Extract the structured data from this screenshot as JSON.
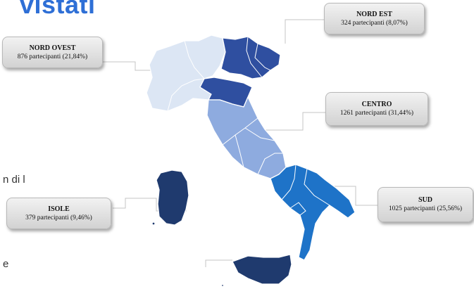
{
  "title": "vistati",
  "left_text_fragments": [
    "n di l",
    "e"
  ],
  "regions": [
    {
      "id": "nord-ovest",
      "name": "NORD OVEST",
      "participants": 876,
      "share_pct": 21.84,
      "count_text": "876 partecipanti (21,84%)",
      "color": "#dce6f4"
    },
    {
      "id": "nord-est",
      "name": "NORD EST",
      "participants": 324,
      "share_pct": 8.07,
      "count_text": "324 partecipanti (8,07%)",
      "color": "#2f4fa0"
    },
    {
      "id": "centro",
      "name": "CENTRO",
      "participants": 1261,
      "share_pct": 31.44,
      "count_text": "1261 partecipanti (31,44%)",
      "color": "#8eabdf"
    },
    {
      "id": "sud",
      "name": "SUD",
      "participants": 1025,
      "share_pct": 25.56,
      "count_text": "1025 partecipanti (25,56%)",
      "color": "#1e73c8"
    },
    {
      "id": "isole",
      "name": "ISOLE",
      "participants": 379,
      "share_pct": 9.46,
      "count_text": "379 partecipanti (9,46%)",
      "color": "#1f3a6e"
    }
  ]
}
